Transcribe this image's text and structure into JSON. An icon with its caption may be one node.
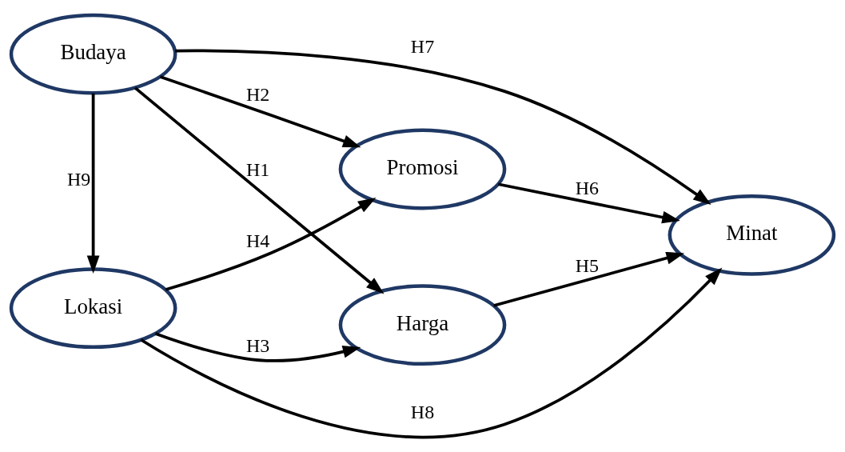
{
  "diagram": {
    "nodes": [
      {
        "text": [
          "Budaya"
        ]
      },
      {
        "text": [
          "Harga"
        ]
      },
      {
        "text": [
          "Minat"
        ]
      },
      {
        "text": [
          "Lokasi"
        ]
      },
      {
        "text": [
          "Promosi"
        ]
      }
    ],
    "edges": [
      {
        "from": 0,
        "to": 2,
        "arrow": "to",
        "label": "H7"
      },
      {
        "from": 0,
        "to": 1,
        "arrow": "to",
        "label": "H1"
      },
      {
        "from": 1,
        "to": 2,
        "arrow": "to",
        "label": "H5"
      },
      {
        "from": 0,
        "to": 3,
        "arrow": "to",
        "label": "H9"
      },
      {
        "from": 3,
        "to": 1,
        "arrow": "to",
        "label": "H3"
      },
      {
        "from": 0,
        "to": 4,
        "arrow": "to",
        "label": "H2"
      },
      {
        "from": 3,
        "to": 4,
        "arrow": "to",
        "label": "H4"
      },
      {
        "from": 4,
        "to": 2,
        "arrow": "to",
        "label": "H6"
      },
      {
        "from": 3,
        "to": 2,
        "arrow": "to",
        "label": "H8"
      }
    ]
  }
}
